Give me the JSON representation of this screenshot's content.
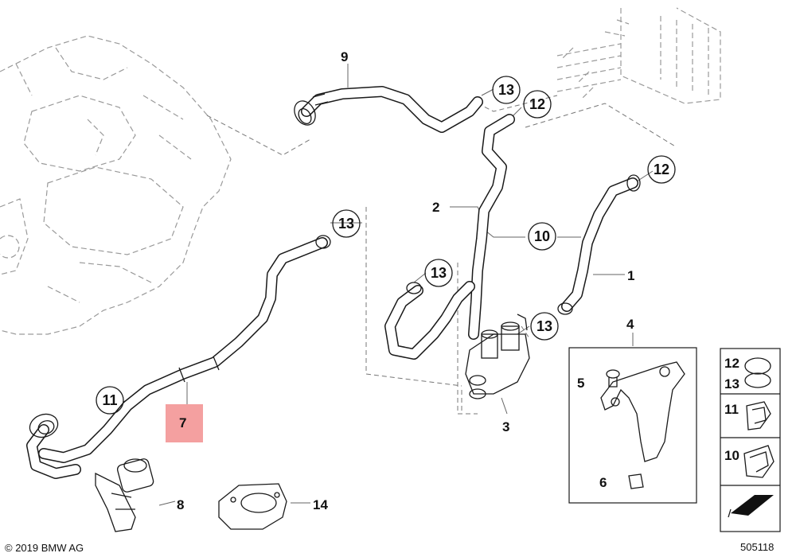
{
  "callouts": {
    "c1": "1",
    "c2": "2",
    "c3": "3",
    "c4": "4",
    "c5": "5",
    "c6": "6",
    "c7": "7",
    "c8": "8",
    "c9": "9",
    "c10": "10",
    "c14": "14"
  },
  "circled": {
    "c13a": "13",
    "c13b": "13",
    "c13c": "13",
    "c13d": "13",
    "c12a": "12",
    "c12b": "12",
    "c10": "10",
    "c11": "11"
  },
  "clip_box": {
    "row1_top": "12",
    "row1_bottom": "13",
    "row2": "11",
    "row3": "10"
  },
  "copyright": "© 2019 BMW AG",
  "diagram_id": "505118",
  "highlight_color": "#f4a0a0"
}
